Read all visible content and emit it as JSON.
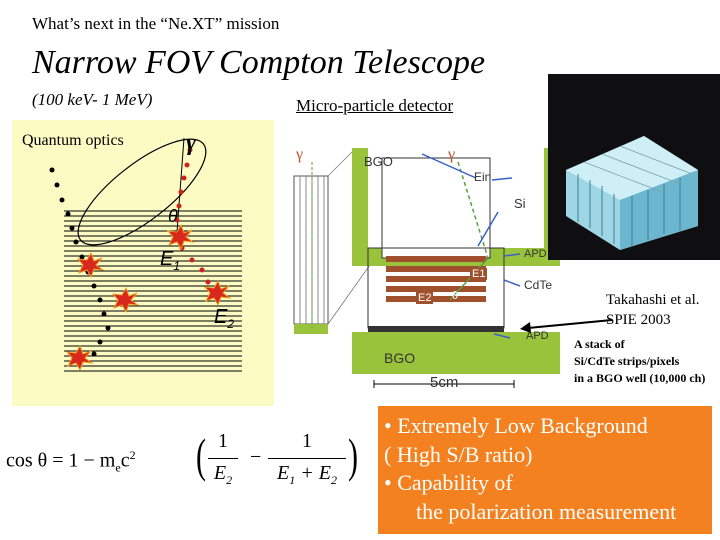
{
  "header": {
    "kicker": "What’s next in the “Ne.XT” mission",
    "title": "Narrow FOV Compton Telescope",
    "energy_range": "(100 keV- 1 MeV)"
  },
  "micro_label": "Micro-particle detector",
  "quantum": {
    "label": "Quantum optics",
    "gamma": "γ",
    "theta": "θ",
    "e1": "E",
    "e1_sub": "1",
    "e2": "E",
    "e2_sub": "2"
  },
  "detector": {
    "gamma_left": "γ",
    "gamma_right": "γ",
    "bgo_top": "BGO",
    "ein": "Ein",
    "si": "Si",
    "apd_top": "APD",
    "e1": "E1",
    "cdte": "CdTe",
    "e2": "E2",
    "theta": "θ",
    "apd_bottom": "APD",
    "bgo_bottom": "BGO",
    "scale": "5cm"
  },
  "reference": {
    "line1": "Takahashi et al.",
    "line2": "SPIE 2003"
  },
  "stack_caption": {
    "line1": "A stack of",
    "line2": "Si/CdTe strips/pixels",
    "line3": "in a BGO well (10,000 ch)"
  },
  "formula": {
    "lhs": "cos θ = 1 − m",
    "sub_e": "e",
    "c2": "c",
    "sq": "2",
    "num": "1",
    "den1": "E",
    "den1_sub": "2",
    "minus": "−",
    "num2": "1",
    "den2": "E",
    "den2_sub1": "1",
    "den2_plus": " + E",
    "den2_sub2": "2"
  },
  "bullets": {
    "b1": "• Extremely Low Background",
    "b1b": "( High S/B ratio)",
    "b2": "• Capability of",
    "b2b": "the polarization measurement"
  },
  "colors": {
    "orange_box": "#f48120",
    "quantum_panel": "#fdfbc4",
    "dots_red": "#d0201a",
    "detector_green": "#9ac33c",
    "detector_brown": "#a0502c",
    "detector_blue": "#3a5fc9"
  }
}
